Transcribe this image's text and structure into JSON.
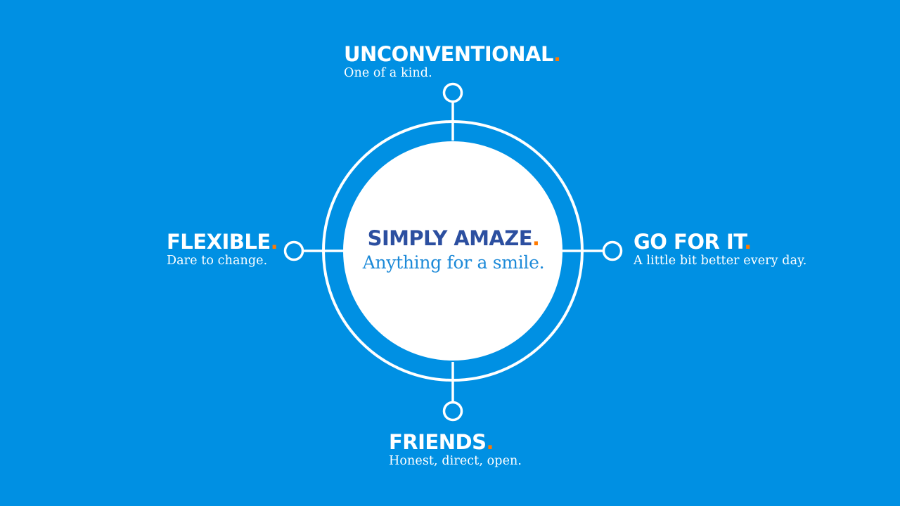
{
  "colors": {
    "background": "#0090e3",
    "accent_dot": "#ff7a00",
    "center_title": "#2c4fa0",
    "center_subtitle": "#1d8ad8",
    "line": "#ffffff"
  },
  "center": {
    "title": "SIMPLY AMAZE",
    "dot": ".",
    "subtitle": "Anything for a smile."
  },
  "values": {
    "top": {
      "title": "UNCONVENTIONAL",
      "dot": ".",
      "subtitle": "One of a kind."
    },
    "left": {
      "title": "FLEXIBLE",
      "dot": ".",
      "subtitle": "Dare to change."
    },
    "right": {
      "title": "GO FOR IT",
      "dot": ".",
      "subtitle": "A little bit better every day."
    },
    "bottom": {
      "title": "FRIENDS",
      "dot": ".",
      "subtitle": "Honest, direct, open."
    }
  }
}
